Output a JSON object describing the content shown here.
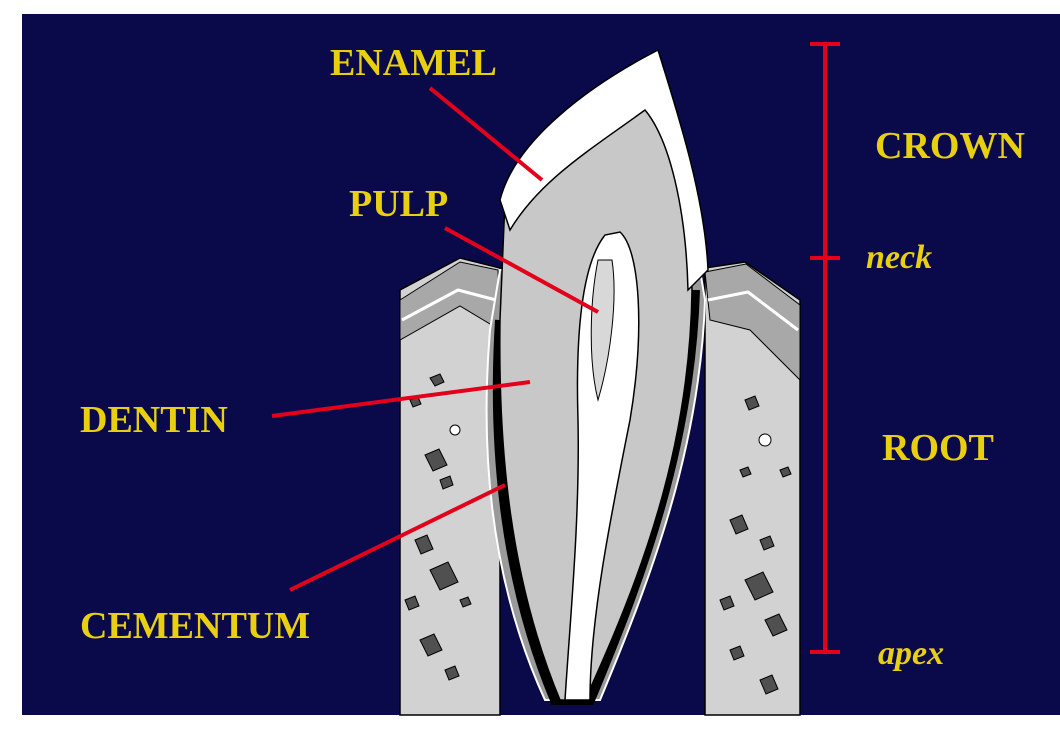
{
  "diagram": {
    "colors": {
      "background": "#0a0a4a",
      "label": "#e8d010",
      "pointer": "#e3001b",
      "bone": "#d2d2d2",
      "tooth": "#c8c8c8",
      "enamel": "#ffffff",
      "dark": "#000000"
    },
    "labels": {
      "enamel": "ENAMEL",
      "pulp": "PULP",
      "dentin": "DENTIN",
      "cementum": "CEMENTUM",
      "crown": "CROWN",
      "neck": "neck",
      "root": "ROOT",
      "apex": "apex"
    }
  }
}
